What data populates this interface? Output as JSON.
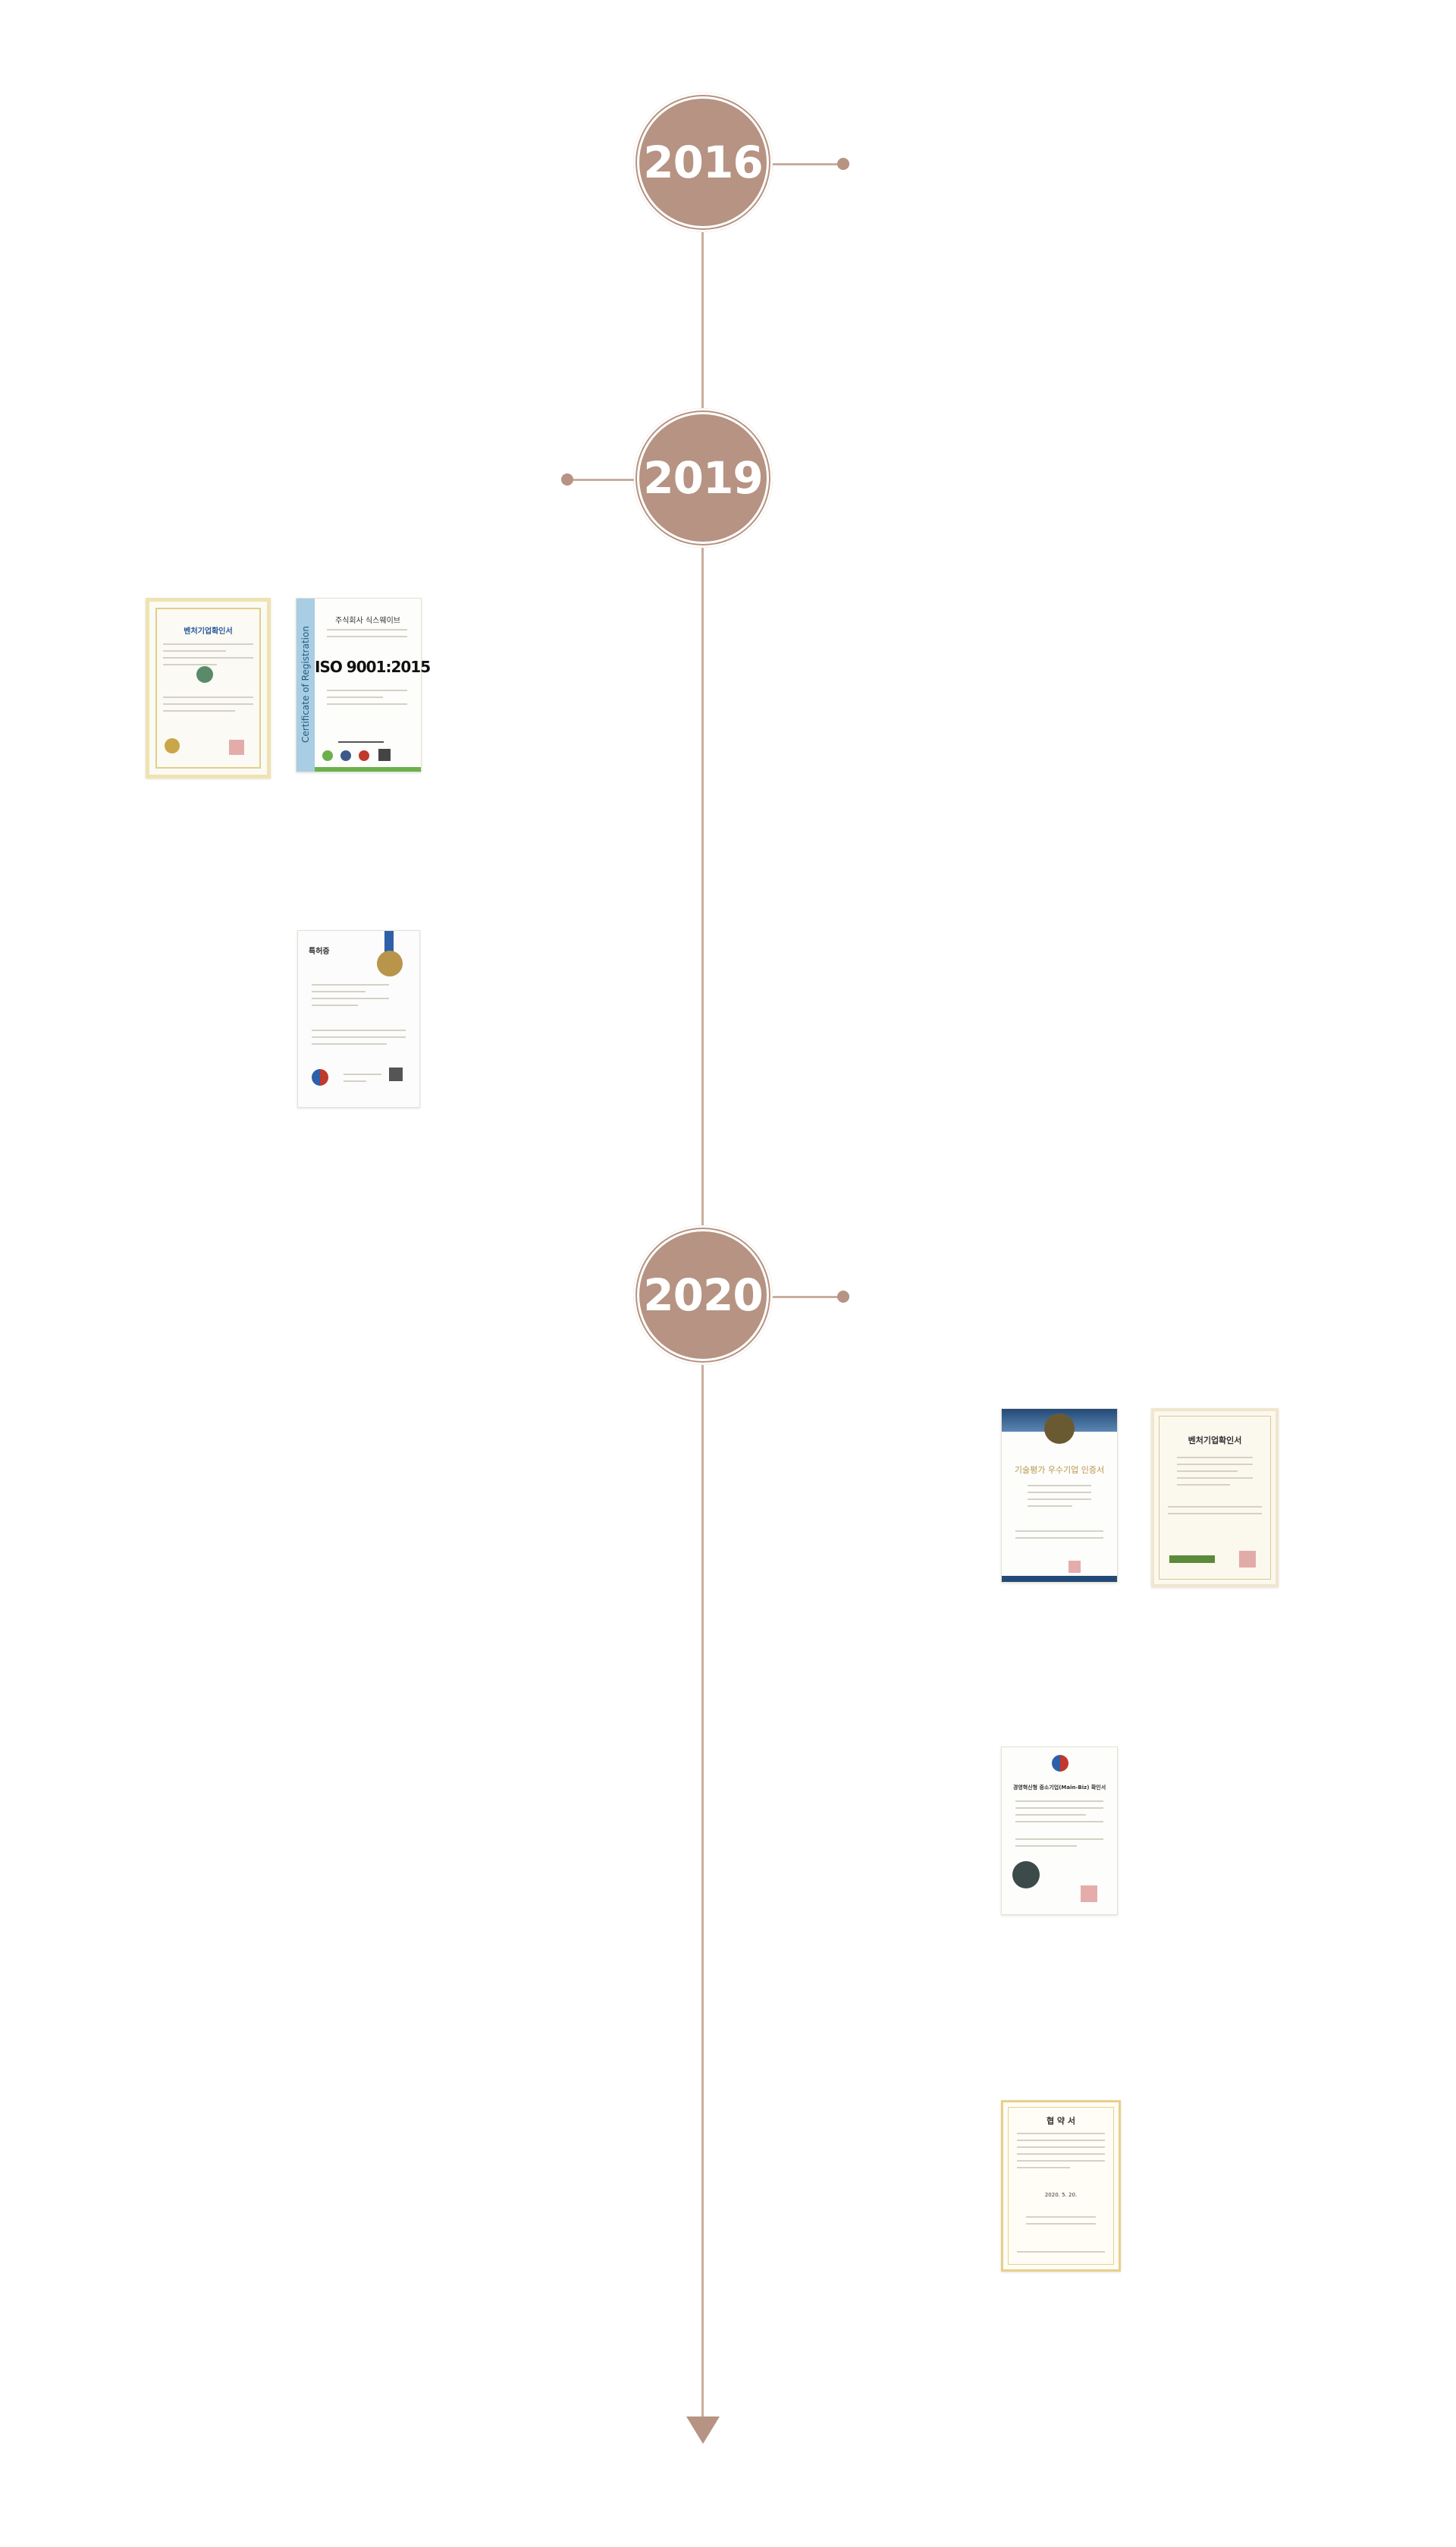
{
  "timeline": {
    "years": [
      {
        "label": "2016"
      },
      {
        "label": "2019"
      },
      {
        "label": "2020"
      }
    ]
  },
  "certificates": {
    "c2019_a": {
      "title": "벤처기업확인서",
      "icon": "seal-icon"
    },
    "c2019_b": {
      "side_text": "Certificate of Registration",
      "headline": "ISO 9001:2015",
      "company": "주식회사 식스웨이브"
    },
    "c2019_c": {
      "title": "특허증",
      "icon": "ribbon-medal-icon"
    },
    "c2020_a": {
      "title": "기술평가 우수기업 인증서",
      "icon": "emblem-icon"
    },
    "c2020_b": {
      "title": "벤처기업확인서"
    },
    "c2020_c": {
      "title": "경영혁신형 중소기업(Main-Biz) 확인서"
    },
    "c2020_d": {
      "title": "협 약 서",
      "date": "2020. 5. 20."
    }
  },
  "colors": {
    "accent": "#b69382",
    "line": "#c8ad9e"
  }
}
